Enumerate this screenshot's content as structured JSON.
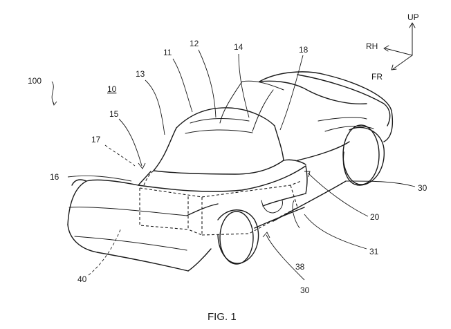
{
  "figure": {
    "caption": "FIG. 1",
    "directions": {
      "up": "UP",
      "right": "RH",
      "front": "FR"
    },
    "refs": {
      "r100": "100",
      "r10": "10",
      "r11": "11",
      "r12": "12",
      "r13": "13",
      "r14": "14",
      "r15": "15",
      "r16": "16",
      "r17": "17",
      "r18": "18",
      "r20": "20",
      "r30a": "30",
      "r30b": "30",
      "r31": "31",
      "r38": "38",
      "r40": "40"
    }
  }
}
